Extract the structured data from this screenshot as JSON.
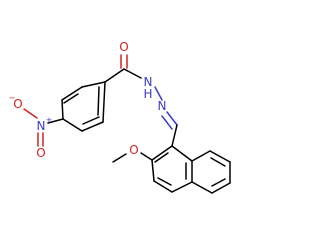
{
  "molecule": {
    "atoms": {
      "O_carbonyl": {
        "symbol": "O",
        "color": "#d62020"
      },
      "N_amide": {
        "symbol": "N",
        "color": "#3b3bcc"
      },
      "H_amide": {
        "symbol": "H",
        "color": "#3b3bcc"
      },
      "N_imine": {
        "symbol": "N",
        "color": "#3b3bcc"
      },
      "N_nitro": {
        "symbol": "N",
        "color": "#3b3bcc",
        "charge": "+"
      },
      "O_nitro_top": {
        "symbol": "O",
        "color": "#d62020",
        "charge": "−"
      },
      "O_nitro_bottom": {
        "symbol": "O",
        "color": "#d62020"
      },
      "O_methoxy": {
        "symbol": "O",
        "color": "#d62020"
      }
    }
  }
}
